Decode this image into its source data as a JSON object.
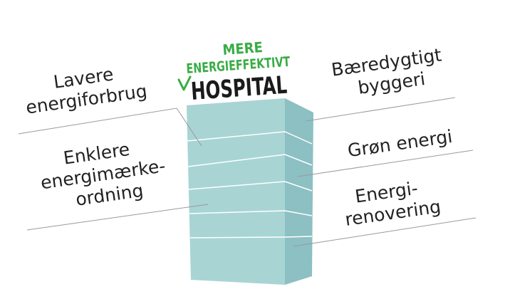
{
  "title": {
    "line1": "MERE",
    "line2": "ENERGIEFFEKTIVT",
    "line3": "HOSPITAL",
    "accent_color": "#3aac45",
    "text_color": "#1b1b1b"
  },
  "labels": {
    "left": {
      "lower_consumption": [
        "Lavere",
        "energiforbrug"
      ],
      "simpler_labeling": [
        "Enklere",
        "energimærke-",
        "ordning"
      ]
    },
    "right": {
      "sustainable_building": [
        "Bæredygtigt",
        "byggeri"
      ],
      "green_energy": [
        "Grøn energi"
      ],
      "energy_renovation": [
        "Energi-",
        "renovering"
      ]
    }
  },
  "colors": {
    "building_front": "#a8d4d4",
    "building_side": "#8cc0c2",
    "building_top": "#b6dede",
    "floor_lines": "#ffffff",
    "leader_lines": "#9a9a9a",
    "label_text": "#222222"
  },
  "icons": {
    "checkmark": "check-icon"
  }
}
